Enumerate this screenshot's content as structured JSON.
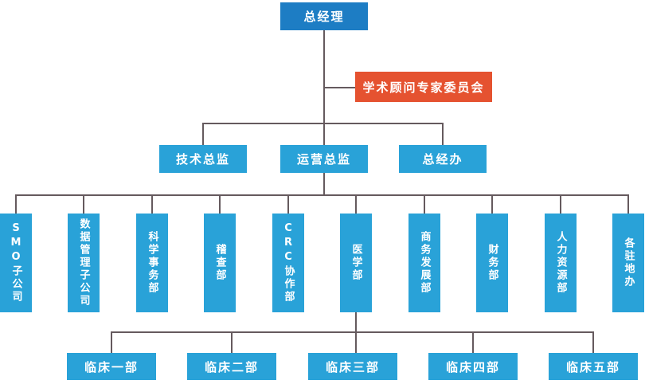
{
  "colors": {
    "level1_bg": "#1d7dc4",
    "node_bg": "#29a2d8",
    "committee_bg": "#e55230",
    "line": "#655a5e",
    "text": "#ffffff",
    "background": "#ffffff"
  },
  "org": {
    "root": "总经理",
    "committee": "学术顾问专家委员会",
    "directors": [
      "技术总监",
      "运营总监",
      "总经办"
    ],
    "departments": [
      "SMO子公司",
      "数据管理子公司",
      "科学事务部",
      "稽查部",
      "CRC协作部",
      "医学部",
      "商务发展部",
      "财务部",
      "人力资源部",
      "各驻地办"
    ],
    "clinical_departments": [
      "临床一部",
      "临床二部",
      "临床三部",
      "临床四部",
      "临床五部"
    ]
  }
}
